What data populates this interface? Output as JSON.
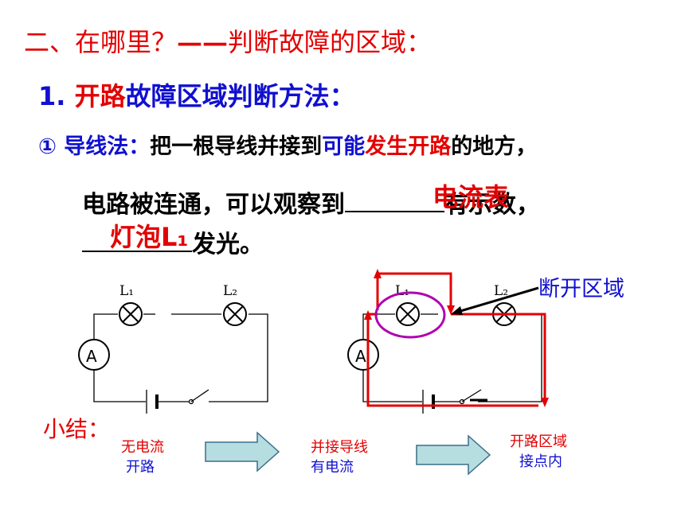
{
  "heading": {
    "part1": "二、在哪里？",
    "dash": "——",
    "part2": "判断故障的区域："
  },
  "section": {
    "number": "1.",
    "red_word": "开路",
    "rest": "故障区域判断方法："
  },
  "method": {
    "num": "①",
    "name": "导线法：",
    "text1": "把一根导线并接到",
    "blue1": "可能",
    "red1": "发生开路",
    "text2": "的地方，"
  },
  "line4": {
    "before": "电路被连通，可以观察到",
    "after": "有示数，"
  },
  "line5": {
    "after": "发光。"
  },
  "answers": {
    "a1": "电流表",
    "a2": "灯泡L₁"
  },
  "circuit": {
    "lamp1": "L₁",
    "lamp2": "L₂",
    "ammeter": "A",
    "region_label": "断开区域"
  },
  "summary": {
    "label": "小结：",
    "step1_line1": "无电流",
    "step1_line2": "开路",
    "step2_line1": "并接导线",
    "step2_line2": "有电流",
    "step3_line1": "开路区域",
    "step3_line2": "接点内"
  },
  "colors": {
    "red": "#e30000",
    "blue": "#1010d0",
    "arrow_fill": "#b6dde0",
    "ellipse": "#b000b0"
  }
}
